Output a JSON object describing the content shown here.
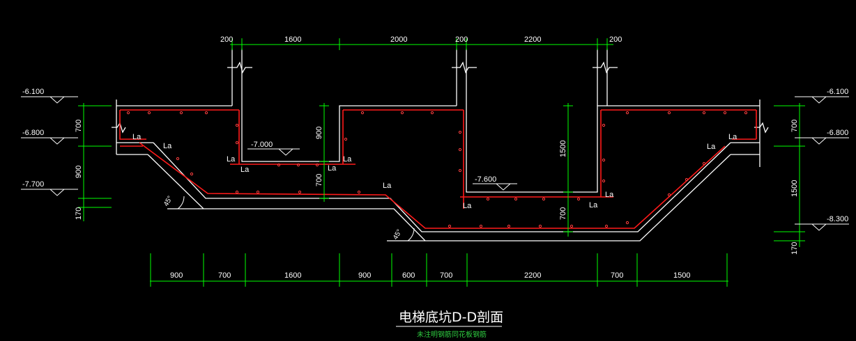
{
  "title": "电梯底坑D-D剖面",
  "note": "未注明钢筋同花板钢筋",
  "top_dims": [
    "200",
    "1600",
    "2000",
    "200",
    "2200",
    "200"
  ],
  "bottom_dims": [
    "900",
    "700",
    "1600",
    "900",
    "600",
    "700",
    "2200",
    "700",
    "1500"
  ],
  "left_vdims": [
    "700",
    "900",
    "170"
  ],
  "right_vdims": [
    "700",
    "1500",
    "170"
  ],
  "inner_vdims": [
    "900",
    "700",
    "1500",
    "700"
  ],
  "levels": {
    "left_top": "-6.100",
    "left_mid": "-6.800",
    "left_bot": "-7.700",
    "right_top": "-6.100",
    "right_mid": "-6.800",
    "right_bot": "-8.300",
    "inner_1": "-7.000",
    "inner_2": "-7.600"
  },
  "la_label": "La",
  "angle_label": "45°",
  "colors": {
    "concrete": "#ffffff",
    "rebar": "#ff1a1a",
    "dimension": "#00ff00",
    "background": "#000000",
    "note": "#2ecc40"
  }
}
